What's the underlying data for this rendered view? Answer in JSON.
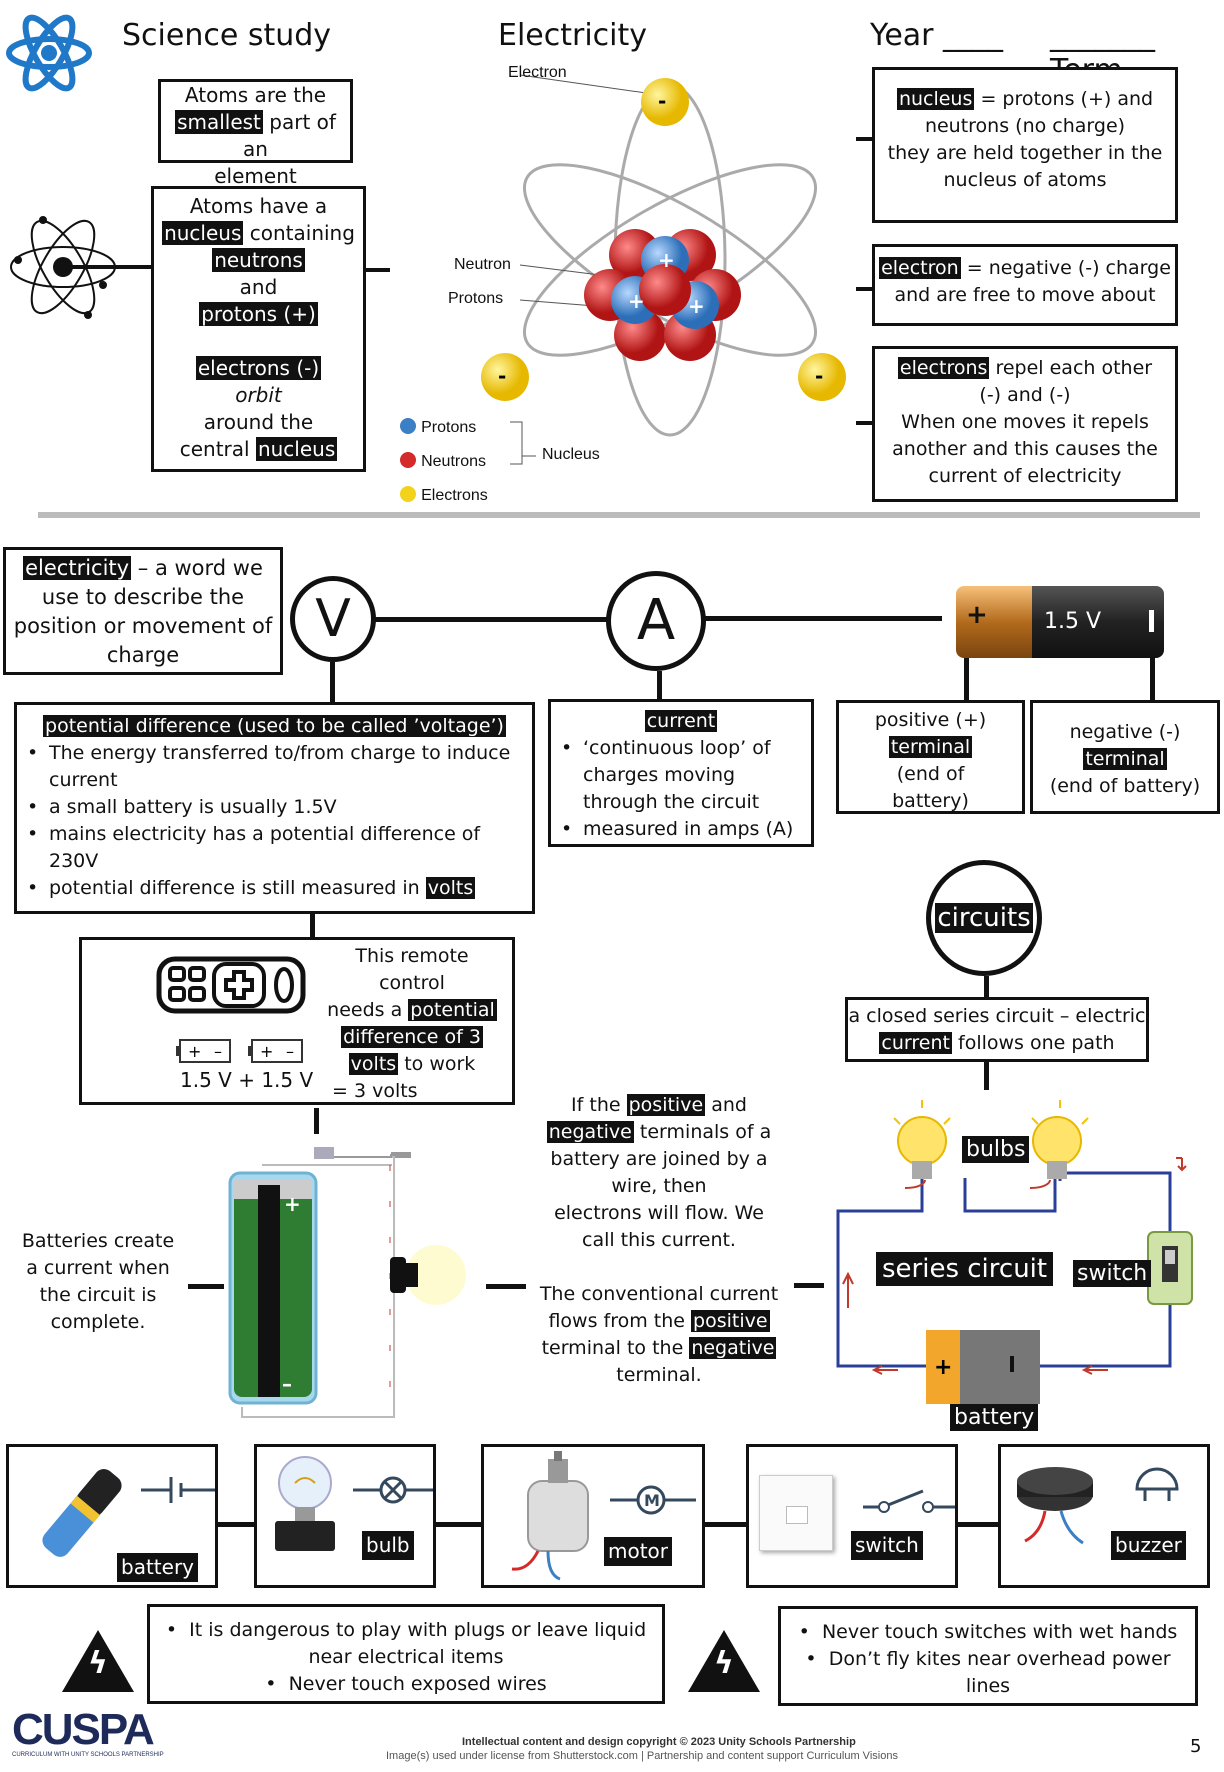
{
  "header": {
    "title_left": "Science study",
    "title_center": "Electricity",
    "year_label": "Year ____",
    "term_label": "_______ Term"
  },
  "atom_boxes": {
    "smallest": [
      "Atoms are the",
      "smallest",
      "part of an",
      "element"
    ],
    "nucleus": {
      "l1": "Atoms have a",
      "nucleus": "nucleus",
      "l2": "containing",
      "neutrons": "neutrons",
      "and": "and",
      "protons": "protons (+)",
      "electrons": "electrons (-)",
      "orbit": "orbit",
      "around": "around the",
      "central": "central",
      "nucleus2": "nucleus"
    }
  },
  "diagram": {
    "electron": "Electron",
    "neutron": "Neutron",
    "protons": "Protons",
    "legend": {
      "protons": "Protons",
      "neutrons": "Neutrons",
      "electrons": "Electrons",
      "nucleus": "Nucleus"
    }
  },
  "right_boxes": {
    "b1": {
      "hl": "nucleus",
      "t1": "= protons (+) and",
      "t2": "neutrons (no charge)",
      "t3": "they are held together in the",
      "t4": "nucleus of atoms"
    },
    "b2": {
      "hl": "electron",
      "t1": "= negative (-) charge",
      "t2": "and are free to move about"
    },
    "b3": {
      "hl": "electrons",
      "t1": "repel each other",
      "t2": "(-) and (-)",
      "t3": "When one moves it repels",
      "t4": "another and this causes the",
      "t5": "current of electricity"
    }
  },
  "electricity_def": {
    "hl": "electricity",
    "t1": "– a word we",
    "t2": "use to describe the",
    "t3": "position or movement of",
    "t4": "charge"
  },
  "symbols": {
    "volt": "V",
    "amp": "A",
    "battery_label": "1.5 V",
    "plus": "+"
  },
  "pd_box": {
    "title": "potential difference (used to be called ’voltage’)",
    "items": [
      "The energy transferred to/from charge to induce current",
      "a small battery is usually 1.5V",
      "mains electricity has a potential difference of 230V"
    ],
    "last": "potential difference is still measured in",
    "last_hl": "volts"
  },
  "current_box": {
    "title": "current",
    "items": [
      "‘continuous loop’ of charges moving through the circuit",
      "measured in amps (A)"
    ]
  },
  "positive_box": {
    "t1": "positive (+)",
    "hl": "terminal",
    "t2": "(end of",
    "t3": "battery)"
  },
  "negative_box": {
    "t1": "negative (-)",
    "hl": "terminal",
    "t2": "(end of battery)"
  },
  "remote_box": {
    "t1": "This remote control",
    "t2": "needs a",
    "hl1": "potential",
    "hl2": "difference of 3",
    "hl3": "volts",
    "t3": "to work",
    "t4": "= 3 volts",
    "sum": "1.5 V + 1.5 V"
  },
  "circuits": {
    "title": "circuits",
    "t1": "a closed series circuit – electric",
    "hl": "current",
    "t2": "follows one path",
    "bulbs": "bulbs",
    "series": "series circuit",
    "switch": "switch",
    "battery": "battery"
  },
  "batteries_text": [
    "Batteries create",
    "a current when",
    "the circuit is",
    "complete."
  ],
  "flow_text": {
    "p1a": "If the",
    "p1hl": "positive",
    "p1b": "and",
    "p2hl": "negative",
    "p2b": "terminals of a",
    "p3": "battery are joined by a",
    "p4": "wire, then",
    "p5": "electrons will flow. We",
    "p6": "call this current.",
    "q1": "The conventional current",
    "q2a": "flows from the",
    "q2hl": "positive",
    "q3a": "terminal to the",
    "q3hl": "negative",
    "q4": "terminal."
  },
  "components": [
    "battery",
    "bulb",
    "motor",
    "switch",
    "buzzer"
  ],
  "safety": {
    "left": [
      "It is dangerous to play with plugs or leave liquid near electrical items",
      "Never touch exposed wires"
    ],
    "right": [
      "Never  touch switches with wet hands",
      "Don’t fly kites near overhead power lines"
    ]
  },
  "footer": {
    "logo": "CUSPA",
    "logo_sub": "CURRICULUM WITH UNITY SCHOOLS PARTNERSHIP",
    "copyright": "Intellectual content and design copyright © 2023 Unity Schools Partnership",
    "license": "Image(s) used under license from Shutterstock.com  | Partnership and content support Curriculum Visions",
    "page": "5"
  },
  "colors": {
    "proton": "#3b7fc4",
    "neutron": "#d42a2a",
    "electron": "#f2d21b",
    "circuit_wire": "#2a3f9a"
  }
}
